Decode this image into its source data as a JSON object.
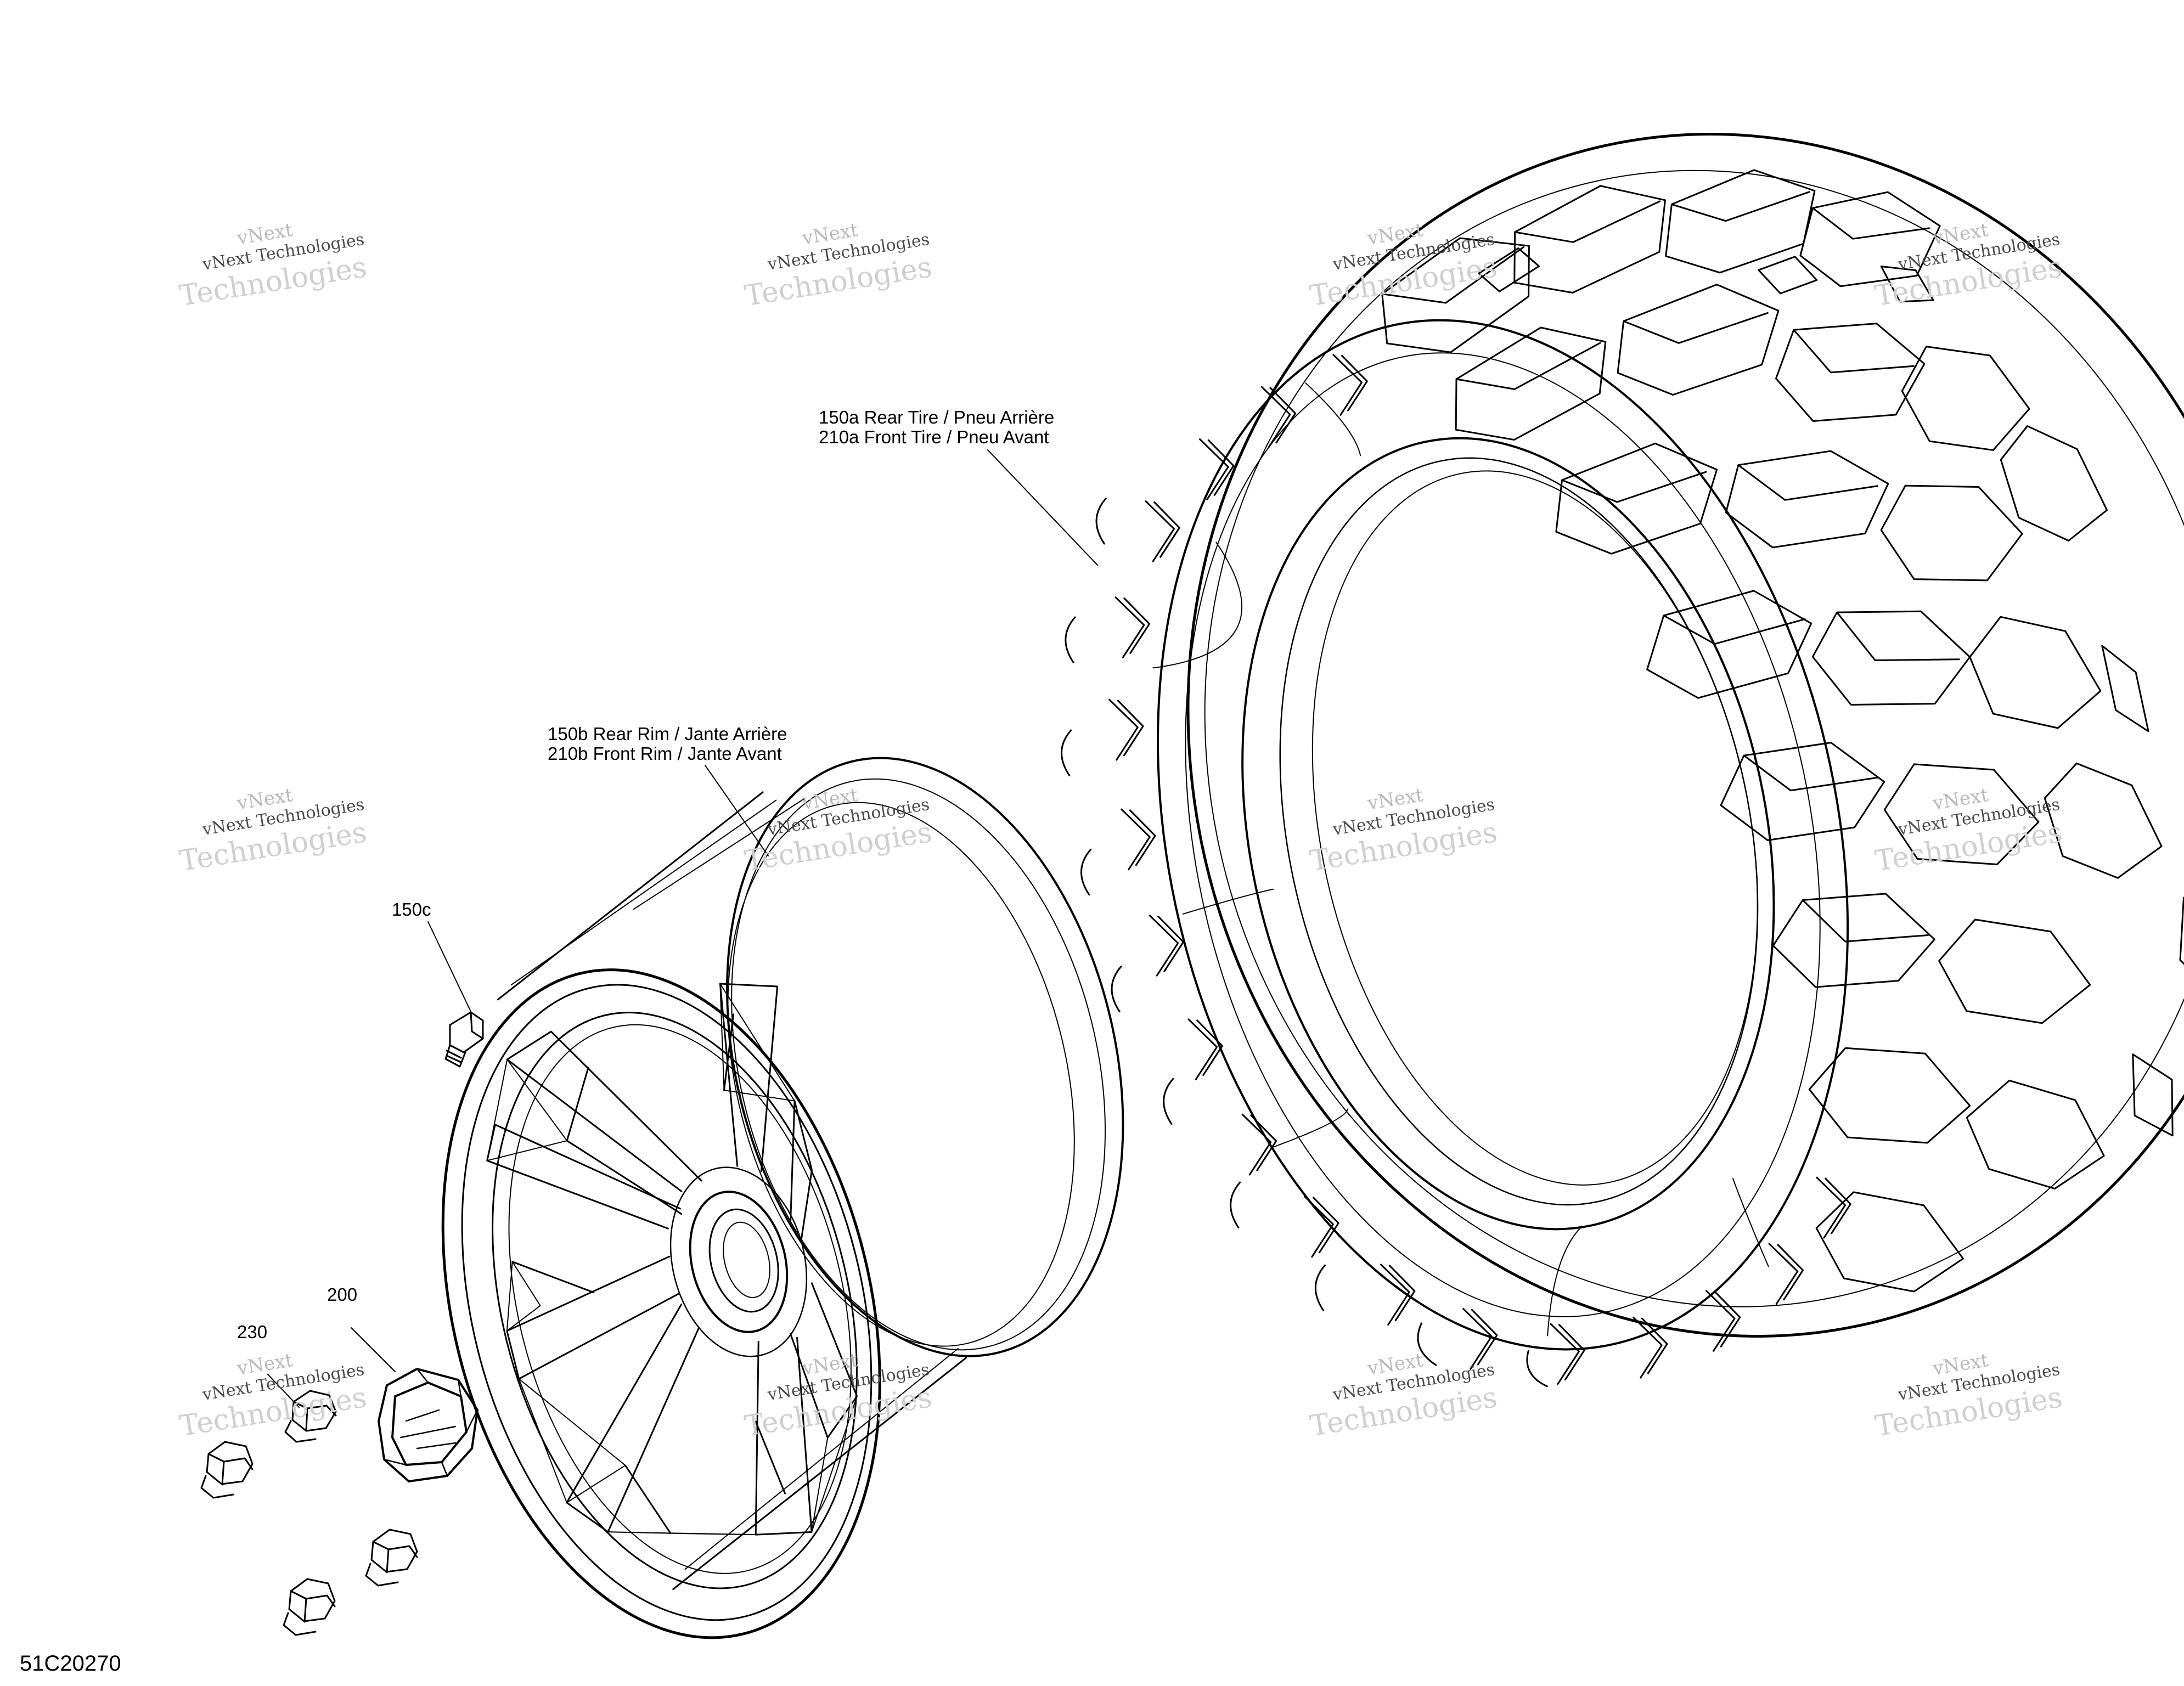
{
  "callouts": {
    "tire_line1": "150a Rear Tire / Pneu Arrière",
    "tire_line2": "210a Front Tire / Pneu Avant",
    "rim_line1": "150b Rear Rim / Jante Arrière",
    "rim_line2": "210b Front Rim / Jante Avant",
    "valve": "150c",
    "cap": "200",
    "nut": "230"
  },
  "watermark": {
    "line1": "vNext",
    "line2": "vNext Technologies",
    "line3": "Technologies"
  },
  "figure_code": "51C20270",
  "colors": {
    "ink": "#000000",
    "watermark": "#bdbdbd",
    "background": "#ffffff"
  }
}
